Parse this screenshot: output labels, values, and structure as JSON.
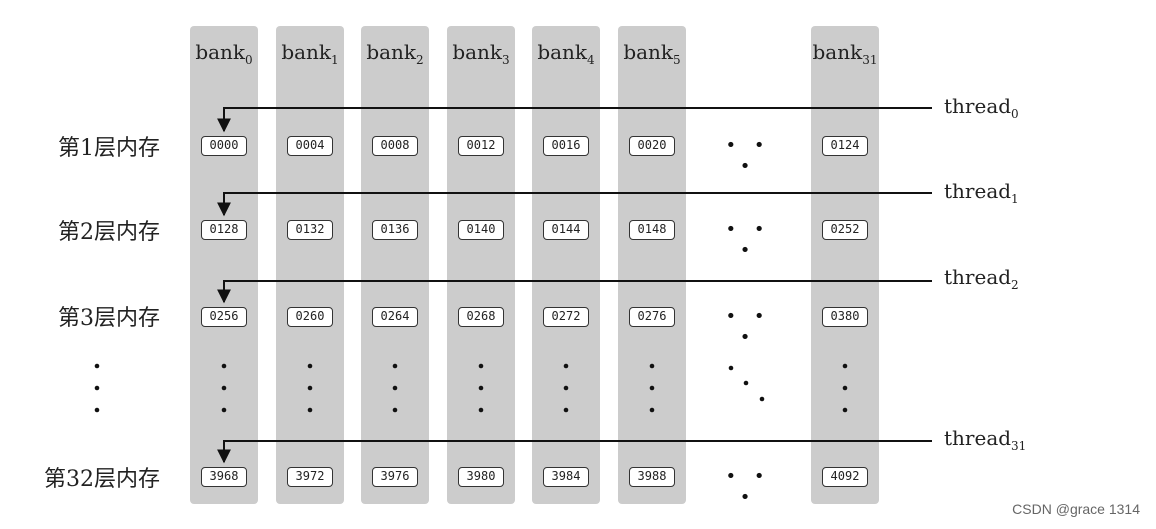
{
  "banks": [
    {
      "name": "bank",
      "index": "0"
    },
    {
      "name": "bank",
      "index": "1"
    },
    {
      "name": "bank",
      "index": "2"
    },
    {
      "name": "bank",
      "index": "3"
    },
    {
      "name": "bank",
      "index": "4"
    },
    {
      "name": "bank",
      "index": "5"
    },
    {
      "name": "bank",
      "index": "31"
    }
  ],
  "rows": [
    {
      "label": "第1层内存",
      "cells": [
        "0000",
        "0004",
        "0008",
        "0012",
        "0016",
        "0020",
        "0124"
      ],
      "thread": {
        "name": "thread",
        "index": "0"
      }
    },
    {
      "label": "第2层内存",
      "cells": [
        "0128",
        "0132",
        "0136",
        "0140",
        "0144",
        "0148",
        "0252"
      ],
      "thread": {
        "name": "thread",
        "index": "1"
      }
    },
    {
      "label": "第3层内存",
      "cells": [
        "0256",
        "0260",
        "0264",
        "0268",
        "0272",
        "0276",
        "0380"
      ],
      "thread": {
        "name": "thread",
        "index": "2"
      }
    },
    {
      "label": "第32层内存",
      "cells": [
        "3968",
        "3972",
        "3976",
        "3980",
        "3984",
        "3988",
        "4092"
      ],
      "thread": {
        "name": "thread",
        "index": "31"
      }
    }
  ],
  "ellipsis": "• • •",
  "watermark": "CSDN @grace 1314",
  "colors": {
    "column": "#cccccc",
    "line": "#111111",
    "text": "#222222"
  }
}
